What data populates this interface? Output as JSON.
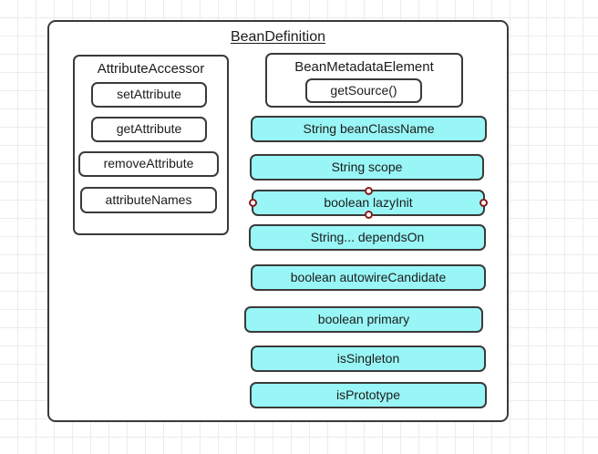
{
  "diagram": {
    "type": "uml-class-diagram",
    "background": "grid",
    "grid_color": "#ececec",
    "accent_fill": "#99f6f6",
    "border_color": "#3a3a3a",
    "handle_color": "#8a1a1a",
    "root": {
      "title": "BeanDefinition"
    },
    "groups": [
      {
        "title": "AttributeAccessor",
        "members": [
          {
            "label": "setAttribute"
          },
          {
            "label": "getAttribute"
          },
          {
            "label": "removeAttribute"
          },
          {
            "label": "attributeNames"
          }
        ]
      },
      {
        "title": "BeanMetadataElement",
        "members": [
          {
            "label": "getSource()"
          }
        ]
      }
    ],
    "properties": [
      {
        "label": "String beanClassName",
        "selected": false
      },
      {
        "label": "String scope",
        "selected": false
      },
      {
        "label": "boolean lazyInit",
        "selected": true
      },
      {
        "label": "String... dependsOn",
        "selected": false
      },
      {
        "label": "boolean autowireCandidate",
        "selected": false
      },
      {
        "label": "boolean primary",
        "selected": false
      },
      {
        "label": "isSingleton",
        "selected": false
      },
      {
        "label": "isPrototype",
        "selected": false
      }
    ]
  }
}
